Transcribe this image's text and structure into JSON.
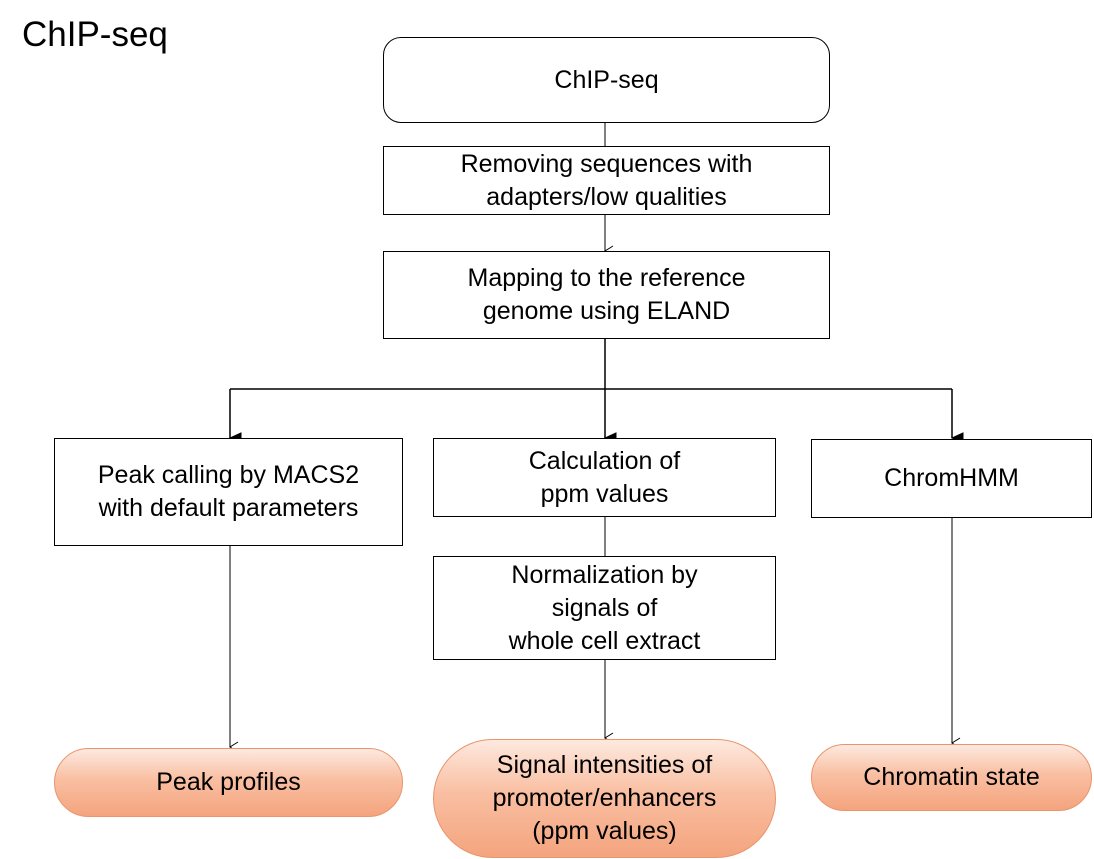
{
  "title": "ChIP-seq",
  "nodes": {
    "start": "ChIP-seq",
    "removing": "Removing sequences with\nadapters/low qualities",
    "mapping": "Mapping to the reference\ngenome using ELAND",
    "peak_calling": "Peak calling by MACS2\nwith default parameters",
    "calculation": "Calculation of\nppm values",
    "normalization": "Normalization by\nsignals of\nwhole cell extract",
    "chromhmm": "ChromHMM",
    "peak_profiles": "Peak profiles",
    "signal_intensities": "Signal intensities of\npromoter/enhancers\n(ppm values)",
    "chromatin_state": "Chromatin state"
  },
  "colors": {
    "terminal_fill_top": "#fde9df",
    "terminal_fill_bottom": "#f4a47e",
    "terminal_border": "#e8956d"
  }
}
